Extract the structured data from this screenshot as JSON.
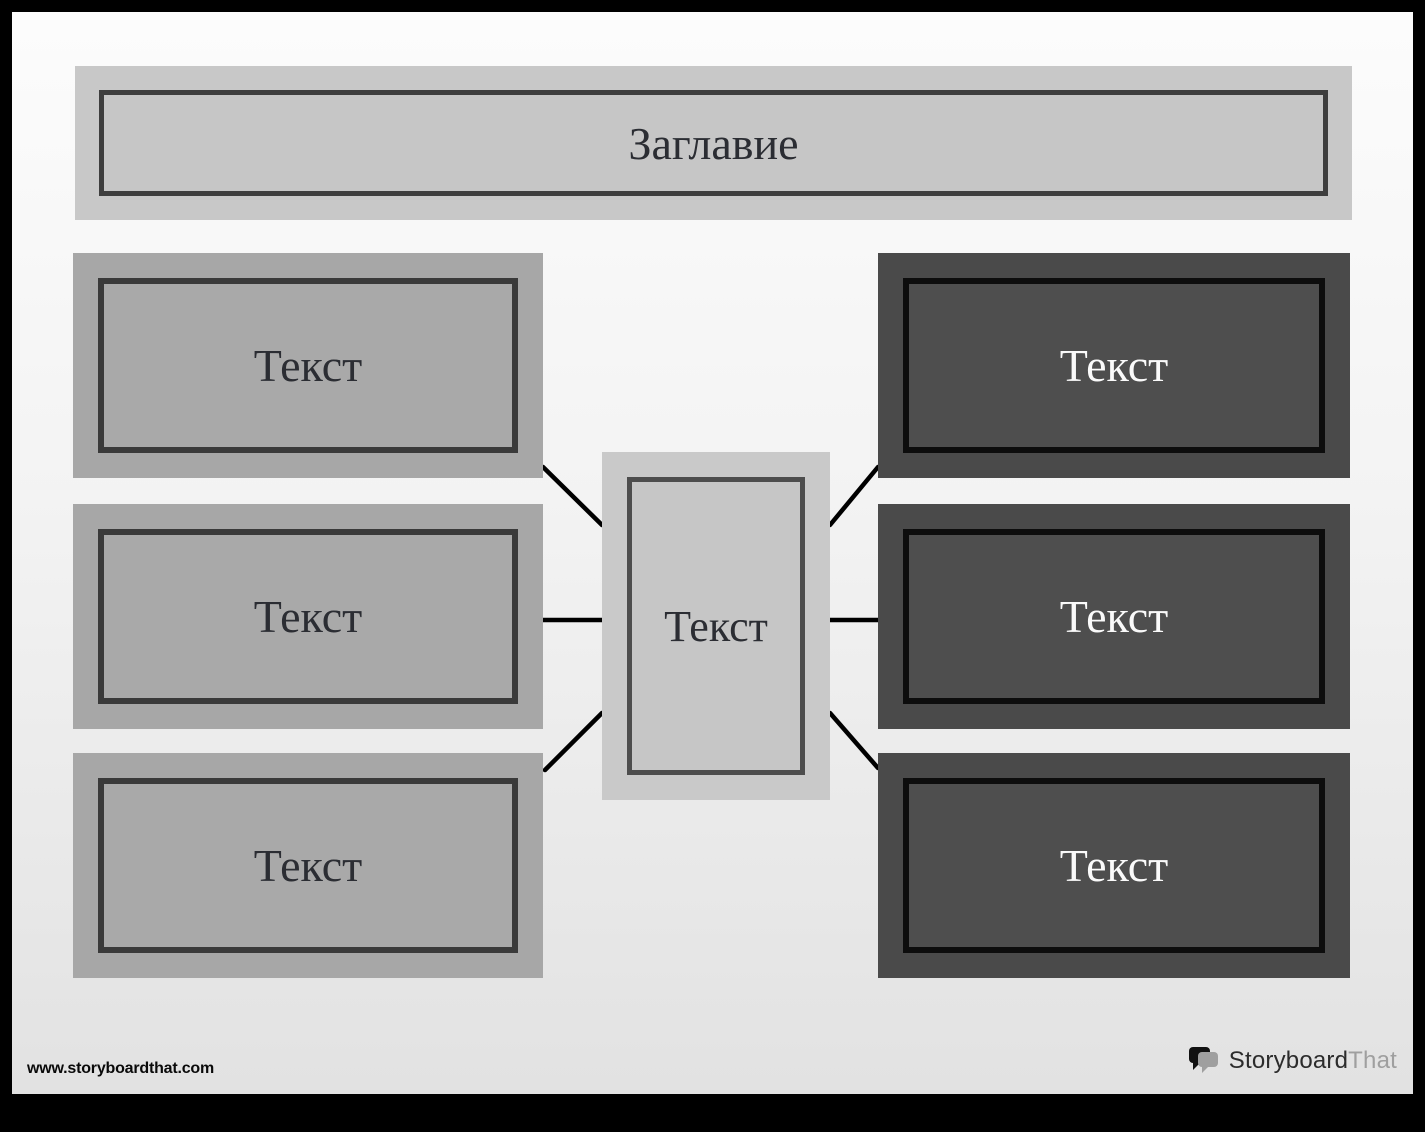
{
  "title": {
    "label": "Заглавие"
  },
  "center_box": {
    "label": "Текст"
  },
  "left_boxes": [
    {
      "label": "Текст"
    },
    {
      "label": "Текст"
    },
    {
      "label": "Текст"
    }
  ],
  "right_boxes": [
    {
      "label": "Текст"
    },
    {
      "label": "Текст"
    },
    {
      "label": "Текст"
    }
  ],
  "footer": {
    "website_url": "www.storyboardthat.com",
    "logo_primary": "Storyboard",
    "logo_secondary": "That"
  },
  "icons": {
    "logo_icon": "speech-bubbles-icon"
  },
  "colors": {
    "frame-black": "#000000",
    "bg-top": "#fcfcfc",
    "bg-bottom": "#e2e2e2",
    "title-outer": "#c8c8c8",
    "title-inner": "#c6c6c6",
    "title-border": "#3e3e3e",
    "light-box-outer": "#a7a7a7",
    "light-box-inner": "#a9a9a9",
    "light-box-border": "#3a3a3a",
    "dark-box-outer": "#4a4a4a",
    "dark-box-inner": "#4e4e4e",
    "dark-box-border": "#0d0d0d",
    "center-outer": "#c9c9c9",
    "center-inner": "#c6c6c6",
    "center-border": "#4d4d4d",
    "ink-dark": "#2b2d33",
    "ink-light": "#fafafa",
    "connector": "#000000",
    "logo-gray": "#9f9f9f"
  }
}
